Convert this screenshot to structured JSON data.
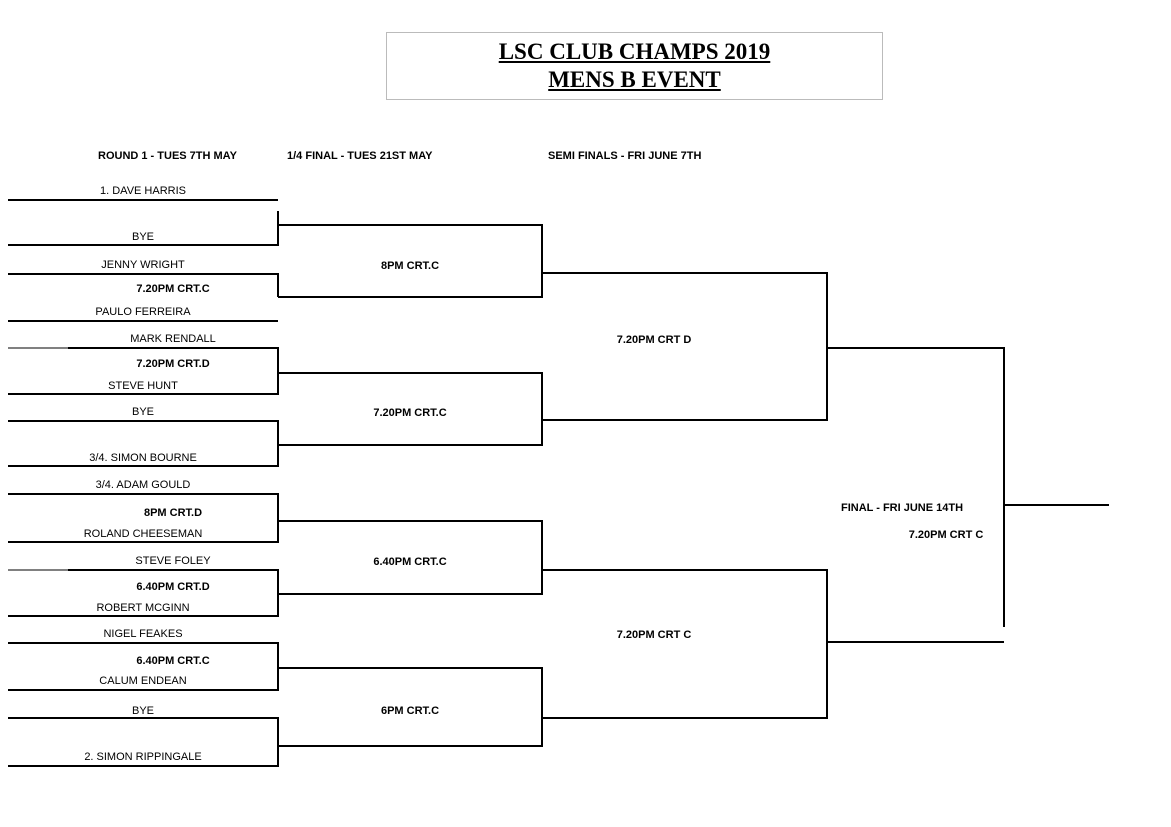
{
  "title": {
    "line1": "LSC CLUB CHAMPS 2019",
    "line2": "MENS B EVENT"
  },
  "headers": {
    "round1": "ROUND 1 - TUES 7TH MAY",
    "quarter": "1/4 FINAL - TUES 21ST MAY",
    "semi": "SEMI FINALS - FRI JUNE 7TH"
  },
  "round1": {
    "players": [
      "1. DAVE HARRIS",
      "BYE",
      "JENNY WRIGHT",
      "PAULO FERREIRA",
      "MARK RENDALL",
      "STEVE HUNT",
      "BYE",
      "3/4. SIMON BOURNE",
      "3/4. ADAM GOULD",
      "ROLAND CHEESEMAN",
      "STEVE FOLEY",
      "ROBERT MCGINN",
      "NIGEL FEAKES",
      "CALUM ENDEAN",
      "BYE",
      "2. SIMON RIPPINGALE"
    ],
    "times": [
      "7.20PM CRT.C",
      "7.20PM CRT.D",
      "8PM CRT.D",
      "6.40PM CRT.D",
      "6.40PM CRT.C"
    ]
  },
  "quarter": {
    "times": [
      "8PM CRT.C",
      "7.20PM CRT.C",
      "6.40PM CRT.C",
      "6PM CRT.C"
    ]
  },
  "semi": {
    "times": [
      "7.20PM CRT D",
      "7.20PM CRT C"
    ]
  },
  "final": {
    "label": "FINAL - FRI JUNE 14TH",
    "time": "7.20PM CRT C"
  }
}
